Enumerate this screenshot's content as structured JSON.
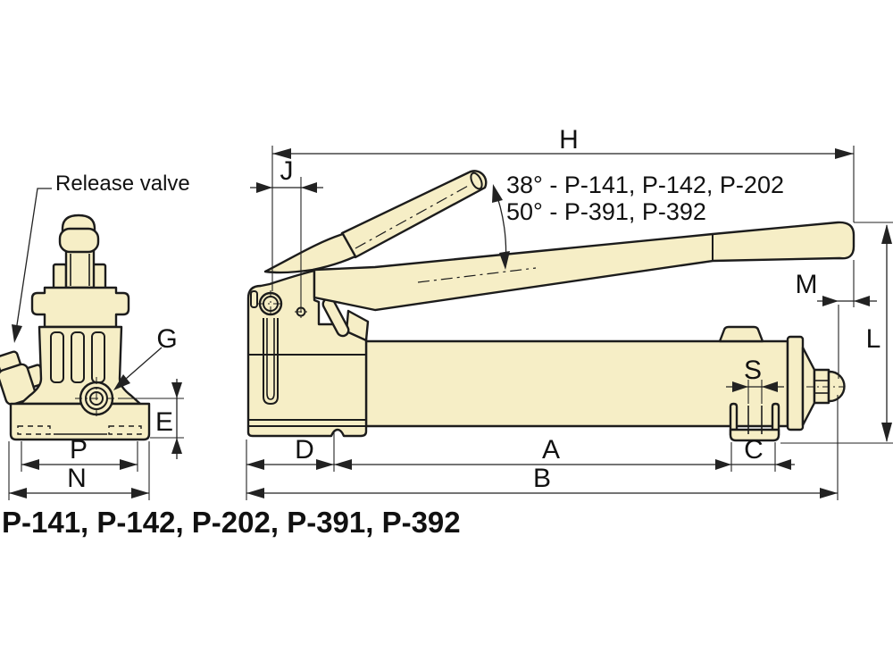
{
  "drawing": {
    "models_title": "P-141, P-142, P-202, P-391, P-392",
    "callouts": {
      "release_valve": "Release valve",
      "gauge_port": "G"
    },
    "angle_note": {
      "line1": "38° - P-141, P-142, P-202",
      "line2": "50° - P-391, P-392"
    },
    "dimensions": {
      "H": "H",
      "J": "J",
      "M": "M",
      "L": "L",
      "S": "S",
      "C": "C",
      "A": "A",
      "B": "B",
      "D": "D",
      "E": "E",
      "P": "P",
      "N": "N"
    },
    "colors": {
      "body_fill": "#F6EEC6",
      "outline": "#1C1C1C",
      "dim_line": "#222222",
      "background": "#FFFFFF"
    }
  }
}
